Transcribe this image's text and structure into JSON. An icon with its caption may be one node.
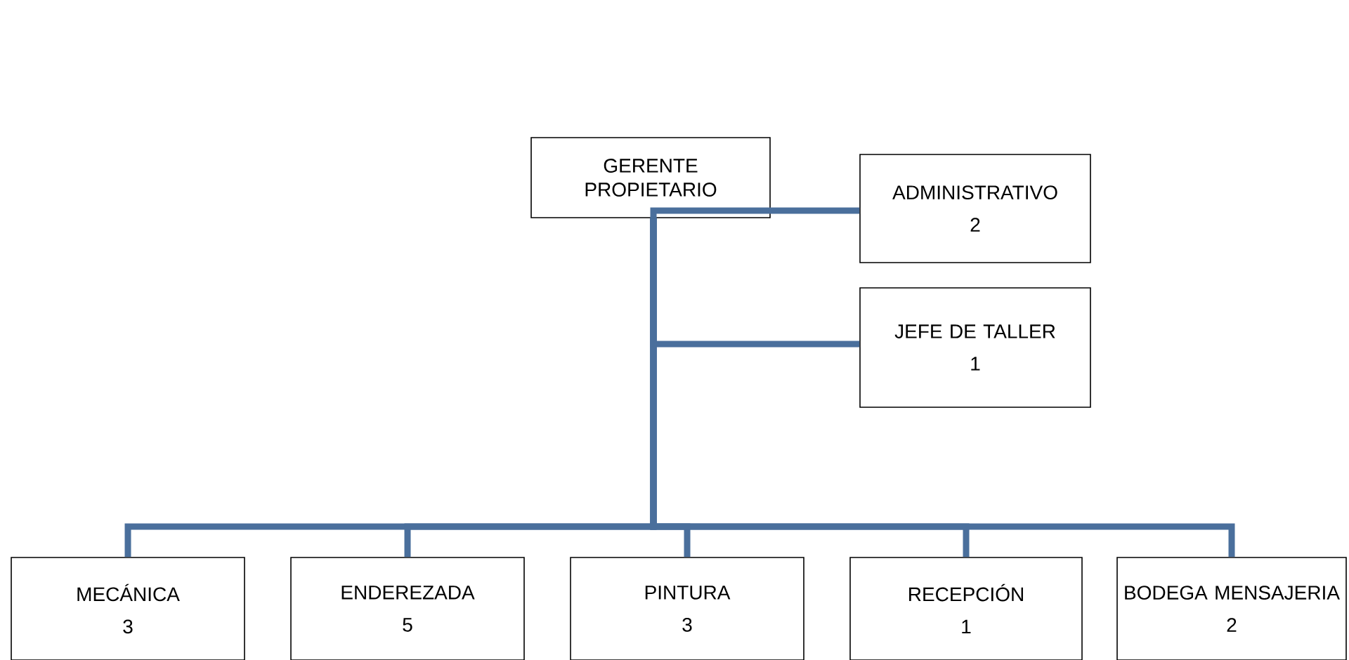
{
  "diagram": {
    "nodes": [
      {
        "text": [
          "GERENTE PROPIETARIO"
        ]
      },
      {
        "text": [
          "ADMINISTRATIVO",
          "2"
        ]
      },
      {
        "text": [
          "JEFE DE TALLER",
          "1"
        ]
      },
      {
        "text": [
          "MECÁNICA",
          "3"
        ]
      },
      {
        "text": [
          "ENDEREZADA",
          "5"
        ]
      },
      {
        "text": [
          "PINTURA",
          "3"
        ]
      },
      {
        "text": [
          "RECEPCIÓN",
          "1"
        ]
      },
      {
        "text": [
          "BODEGA MENSAJERIA",
          "2"
        ]
      }
    ],
    "edges": [
      {
        "from": 0,
        "to": 1,
        "arrow": "none"
      },
      {
        "from": 0,
        "to": 2,
        "arrow": "none"
      },
      {
        "from": 0,
        "to": 3,
        "arrow": "none"
      },
      {
        "from": 0,
        "to": 4,
        "arrow": "none"
      },
      {
        "from": 0,
        "to": 5,
        "arrow": "none"
      },
      {
        "from": 0,
        "to": 6,
        "arrow": "none"
      },
      {
        "from": 0,
        "to": 7,
        "arrow": "none"
      }
    ]
  }
}
